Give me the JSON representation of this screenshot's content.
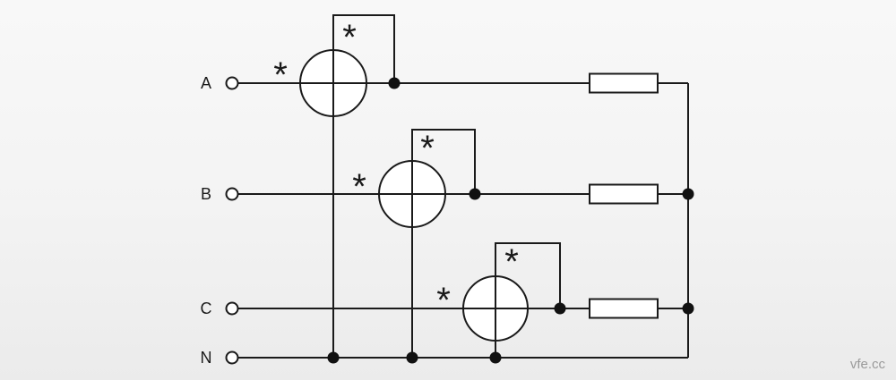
{
  "labels": {
    "a": "A",
    "b": "B",
    "c": "C",
    "n": "N"
  },
  "polarity_mark": "*",
  "watermark": "vfe.cc",
  "colors": {
    "line": "#1a1a1a",
    "component_fill": "#ffffff",
    "background": "#f3f3f3",
    "junction_dot": "#111111",
    "watermark": "#9a9a9a"
  }
}
